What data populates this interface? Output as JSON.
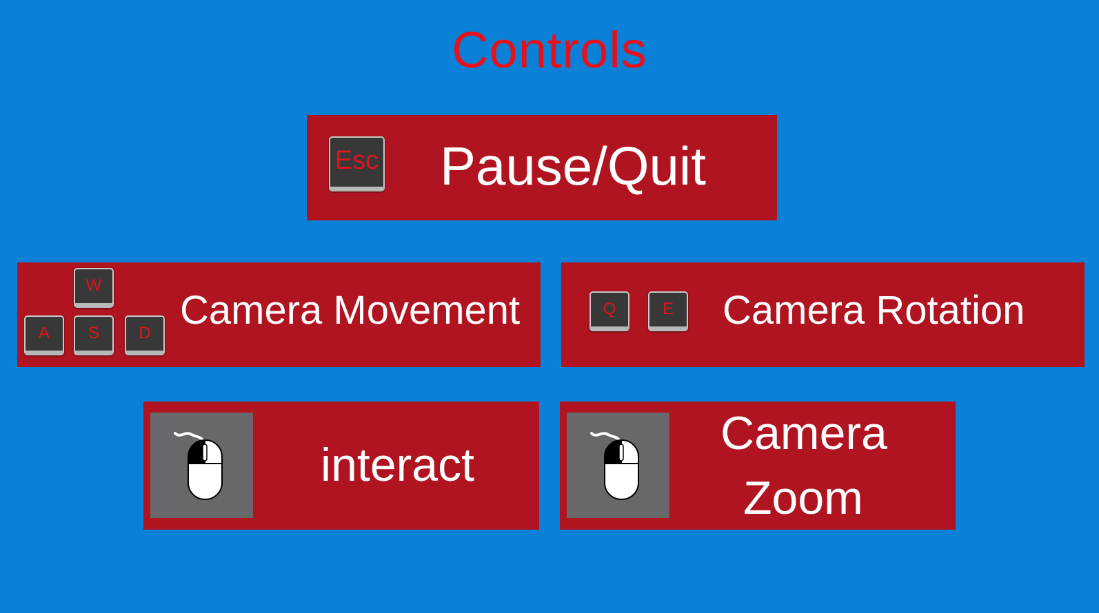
{
  "screen": {
    "title": "Controls",
    "colors": {
      "background": "#0a80d6",
      "panel": "#b01420",
      "title_text": "#e8101a",
      "key_face": "#383838",
      "key_text": "#e0141c",
      "mouse_tile": "#68676a"
    }
  },
  "controls": {
    "pause": {
      "keys": [
        "Esc"
      ],
      "label": "Pause/Quit"
    },
    "movement": {
      "keys": [
        "W",
        "A",
        "S",
        "D"
      ],
      "label": "Camera Movement"
    },
    "rotation": {
      "keys": [
        "Q",
        "E"
      ],
      "label": "Camera Rotation"
    },
    "interact": {
      "input_icon": "mouse-left-click-icon",
      "label": "interact"
    },
    "zoom": {
      "input_icon": "mouse-scroll-wheel-icon",
      "label_line1": "Camera",
      "label_line2": "Zoom"
    }
  }
}
